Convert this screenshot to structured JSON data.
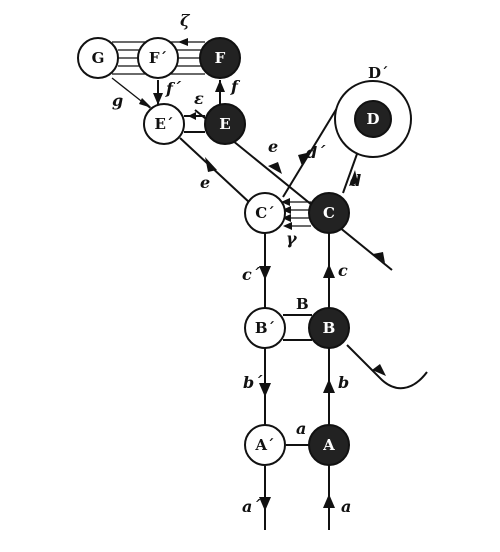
{
  "nodes": {
    "A": "A",
    "A_prime": "A´",
    "B": "B",
    "B_prime": "B´",
    "C": "C",
    "C_prime": "C´",
    "D": "D",
    "E": "E",
    "E_prime": "E´",
    "F": "F",
    "F_prime": "F´",
    "G": "G"
  },
  "labels": {
    "D_prime_outer": "D´",
    "B_bridge": "B",
    "a_bottom": "a",
    "a_prime_bottom": "a´",
    "a_link": "a",
    "b": "b",
    "b_prime": "b´",
    "c": "c",
    "c_prime": "c´",
    "d": "d",
    "d_prime": "d´",
    "e_upper": "e",
    "e_lower": "e",
    "gamma": "γ",
    "epsilon": "ε",
    "f": "f",
    "f_prime": "f´",
    "g": "g",
    "zeta": "ζ"
  },
  "colors": {
    "dark_node": "#222222",
    "light_node": "#ffffff",
    "ink": "#111111"
  }
}
